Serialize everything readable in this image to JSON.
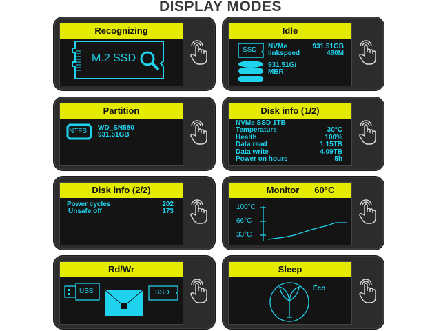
{
  "title": "DISPLAY MODES",
  "colors": {
    "accent": "#1fd3ee",
    "header": "#e4ea00"
  },
  "panels": {
    "recognizing": {
      "header": "Recognizing",
      "label": "M.2 SSD"
    },
    "idle": {
      "header": "Idle",
      "ssd_icon": "SSD",
      "rows": [
        {
          "k": "NVMe",
          "v": "931.51GB"
        },
        {
          "k": "linkspeed",
          "v": "480M"
        }
      ],
      "partition": [
        "931.51G/",
        "MBR"
      ]
    },
    "partition": {
      "header": "Partition",
      "icon": "NTFS",
      "lines": [
        "WD_SN580",
        "931.51GB"
      ]
    },
    "disk1": {
      "header": "Disk info (1/2)",
      "model": "NVMe SSD 1TB",
      "rows": [
        {
          "k": "Temperature",
          "v": "30°C"
        },
        {
          "k": "Health",
          "v": "100%"
        },
        {
          "k": "Data read",
          "v": "1.15TB"
        },
        {
          "k": "Data write",
          "v": "4.09TB"
        },
        {
          "k": "Power on hours",
          "v": "5h"
        }
      ]
    },
    "disk2": {
      "header": "Disk info (2/2)",
      "rows": [
        {
          "k": "Power cycles",
          "v": "202"
        },
        {
          "k": "Unsafe off",
          "v": "173"
        }
      ]
    },
    "monitor": {
      "header": "Monitor",
      "temp": "60°C",
      "ticks": [
        "100°C",
        "66°C",
        "33°C"
      ]
    },
    "rdwr": {
      "header": "Rd/Wr",
      "usb": "USB",
      "ssd": "SSD"
    },
    "sleep": {
      "header": "Sleep",
      "mode": "Eco"
    }
  }
}
